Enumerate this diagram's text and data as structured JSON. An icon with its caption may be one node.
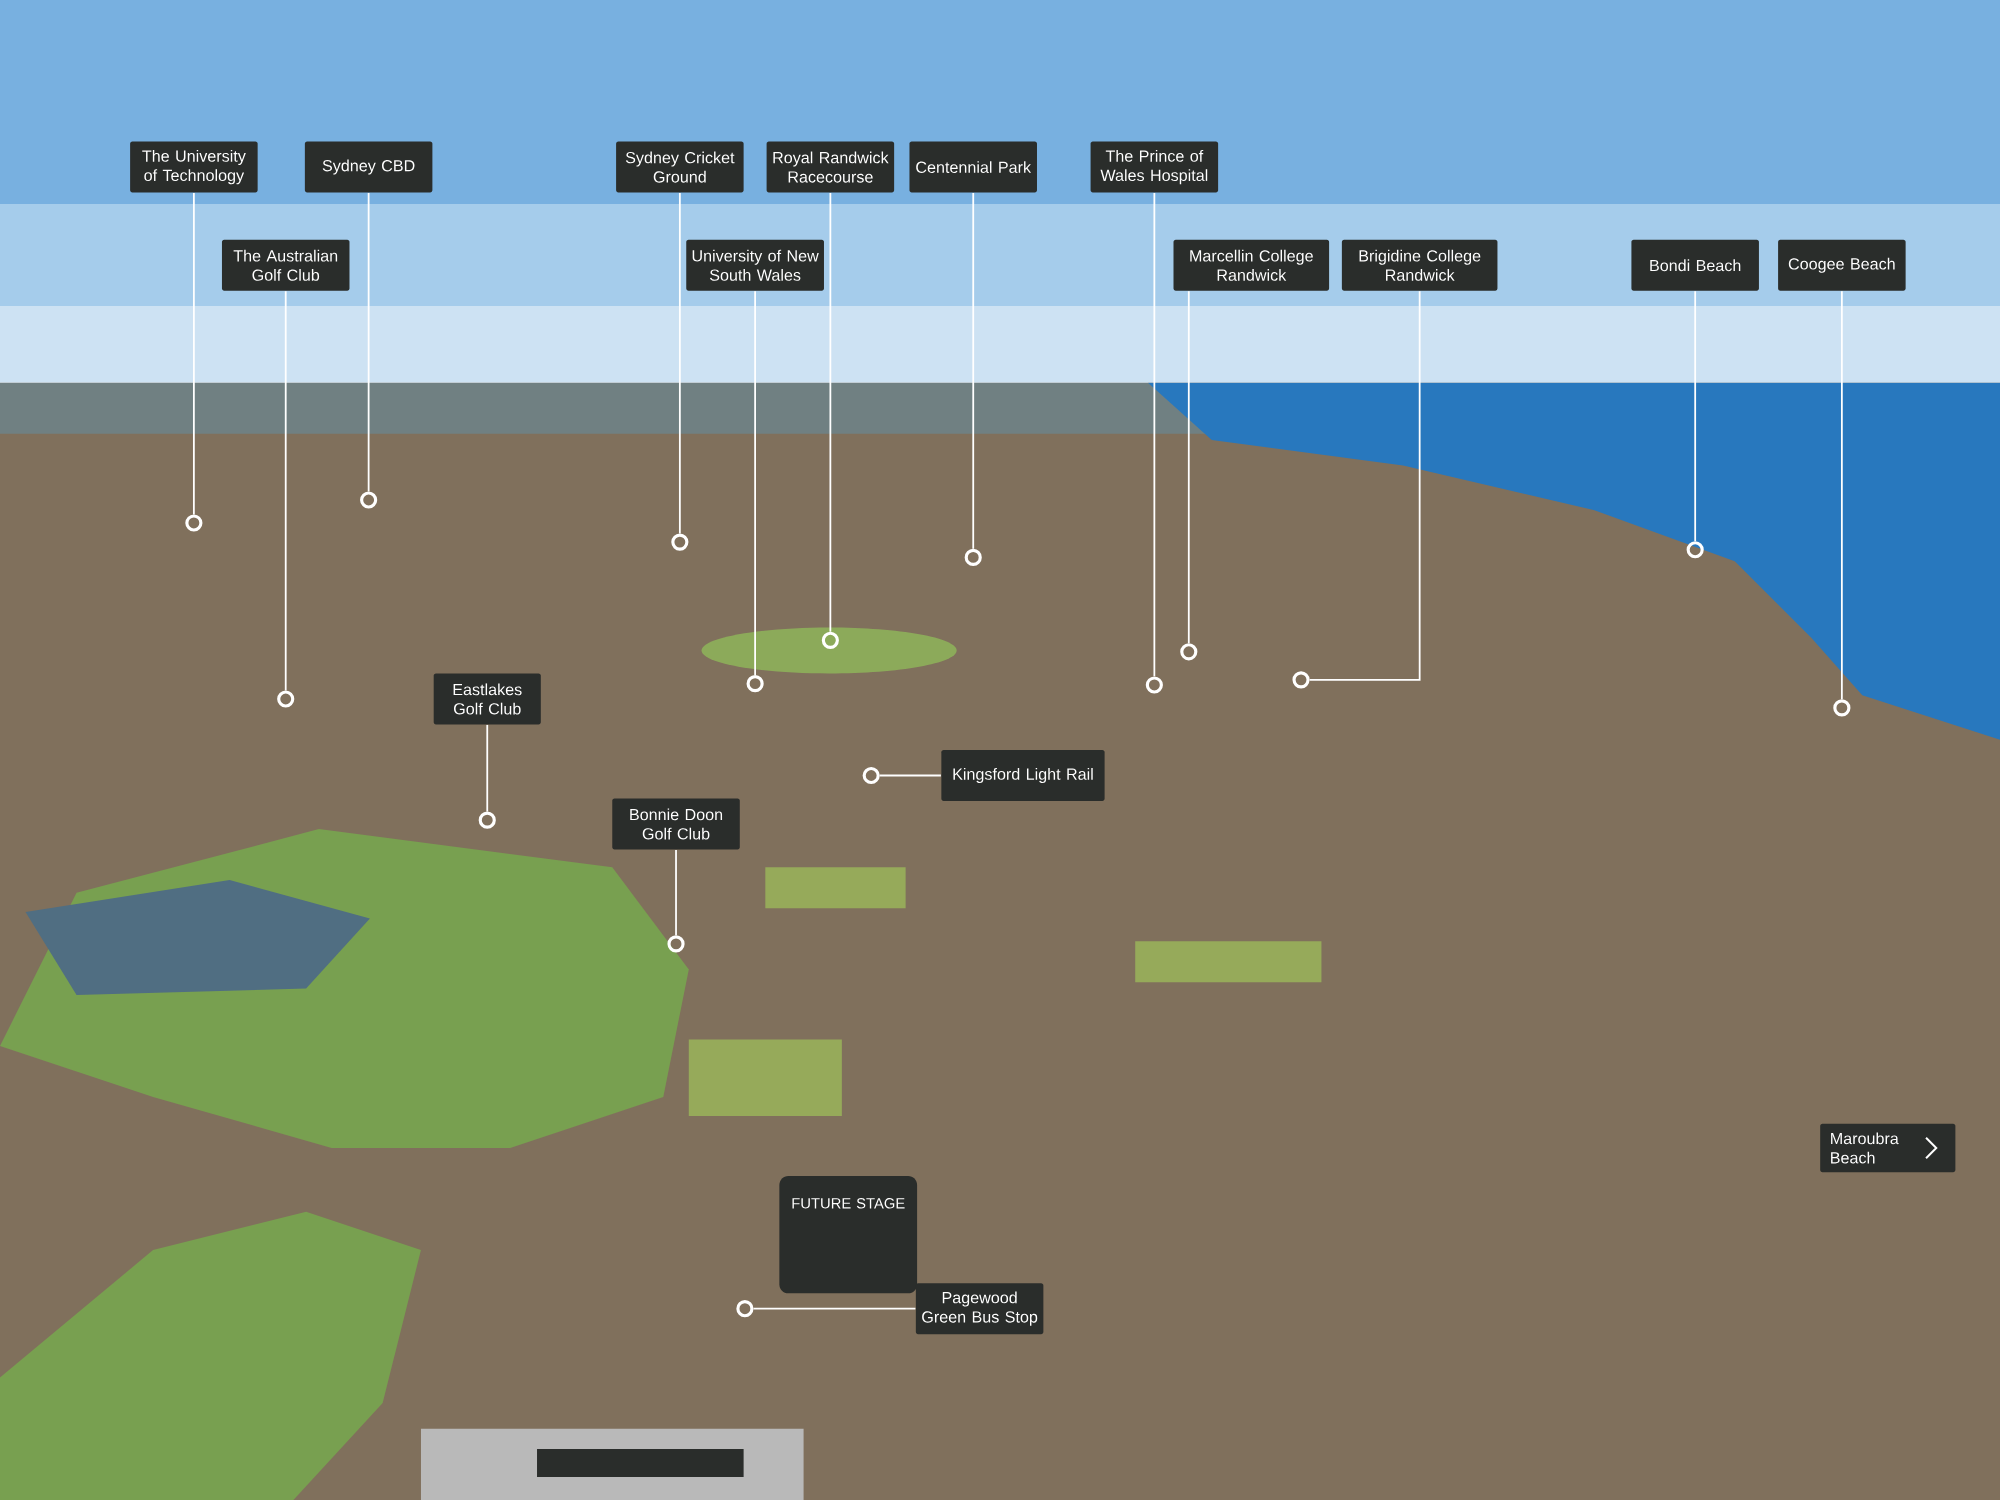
{
  "diagram": {
    "nodes": [
      {
        "text": [
          "The University of Technology"
        ]
      },
      {
        "text": [
          "Sydney CBD"
        ]
      },
      {
        "text": [
          "The Australian Golf Club"
        ]
      },
      {
        "text": [
          "Sydney Cricket Ground"
        ]
      },
      {
        "text": [
          "Royal Randwick Racecourse"
        ]
      },
      {
        "text": [
          "Centennial Park"
        ]
      },
      {
        "text": [
          "University of New South Wales"
        ]
      },
      {
        "text": [
          "The Prince of Wales Hospital"
        ]
      },
      {
        "text": [
          "Marcellin College Randwick"
        ]
      },
      {
        "text": [
          "Brigidine College Randwick"
        ]
      },
      {
        "text": [
          "Bondi Beach"
        ]
      },
      {
        "text": [
          "Coogee Beach"
        ]
      },
      {
        "text": [
          "Eastlakes Golf Club"
        ]
      },
      {
        "text": [
          "Kingsford Light Rail"
        ]
      },
      {
        "text": [
          "Bonnie Doon Golf Club"
        ]
      },
      {
        "text": [
          "FUTURE STAGE"
        ]
      },
      {
        "text": [
          "Maroubra Beach"
        ]
      },
      {
        "text": [
          "Pagewood Green Bus Stop"
        ]
      },
      {
        "text": [],
        "shape": "box"
      },
      {
        "text": [],
        "shape": "circle"
      },
      {
        "text": [],
        "shape": "circle"
      },
      {
        "text": [],
        "shape": "circle"
      },
      {
        "text": [],
        "shape": "circle"
      },
      {
        "text": [],
        "shape": "circle"
      },
      {
        "text": [],
        "shape": "circle"
      },
      {
        "text": [],
        "shape": "circle"
      },
      {
        "text": [],
        "shape": "circle"
      },
      {
        "text": [],
        "shape": "circle"
      },
      {
        "text": [],
        "shape": "circle"
      },
      {
        "text": [],
        "shape": "circle"
      },
      {
        "text": [],
        "shape": "circle"
      },
      {
        "text": [],
        "shape": "circle"
      },
      {
        "text": [],
        "shape": "circle"
      },
      {
        "text": [],
        "shape": "circle"
      },
      {
        "text": [],
        "shape": "circle"
      }
    ],
    "edges": [
      {
        "from": 0,
        "to": 19,
        "arrow": "none"
      },
      {
        "from": 1,
        "to": 20,
        "arrow": "none"
      },
      {
        "from": 2,
        "to": 21,
        "arrow": "none"
      },
      {
        "from": 3,
        "to": 22,
        "arrow": "none"
      },
      {
        "from": 4,
        "to": 23,
        "arrow": "none"
      },
      {
        "from": 5,
        "to": 24,
        "arrow": "none"
      },
      {
        "from": 6,
        "to": 25,
        "arrow": "none"
      },
      {
        "from": 7,
        "to": 26,
        "arrow": "none"
      },
      {
        "from": 8,
        "to": 27,
        "arrow": "none"
      },
      {
        "from": 9,
        "to": 28,
        "arrow": "none"
      },
      {
        "from": 10,
        "to": 29,
        "arrow": "none"
      },
      {
        "from": 11,
        "to": 30,
        "arrow": "none"
      },
      {
        "from": 12,
        "to": 31,
        "arrow": "none"
      },
      {
        "from": 13,
        "to": 32,
        "arrow": "none"
      },
      {
        "from": 14,
        "to": 33,
        "arrow": "none"
      },
      {
        "from": 17,
        "to": 34,
        "arrow": "none"
      }
    ]
  }
}
